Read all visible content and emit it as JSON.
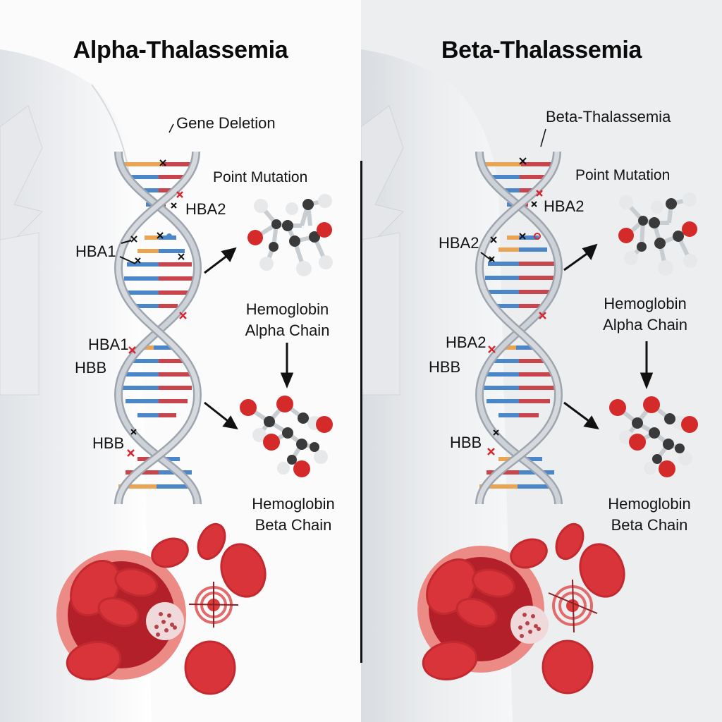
{
  "panels": [
    {
      "id": "alpha",
      "title": "Alpha-Thalassemia",
      "callout_top": "Gene Deletion",
      "point_mutation": "Point Mutation",
      "gene_labels": {
        "upper_right": "HBA2",
        "upper_left": "HBA1",
        "middle_1": "HBA1",
        "middle_2": "HBB",
        "lower": "HBB"
      },
      "chain_alpha": [
        "Hemoglobin",
        "Alpha Chain"
      ],
      "chain_beta": [
        "Hemoglobin",
        "Beta Chain"
      ]
    },
    {
      "id": "beta",
      "title": "Beta-Thalassemia",
      "callout_top": "Beta-Thalassemia",
      "point_mutation": "Point Mutation",
      "gene_labels": {
        "upper_right": "HBA2",
        "upper_left": "HBA2",
        "middle_1": "HBA2",
        "middle_2": "HBB",
        "lower": "HBB"
      },
      "chain_alpha": [
        "Hemoglobin",
        "Alpha Chain"
      ],
      "chain_beta": [
        "Hemoglobin",
        "Beta Chain"
      ]
    }
  ],
  "icons": [
    "dna-double-helix-icon",
    "molecule-icon",
    "red-blood-cell-icon",
    "target-icon",
    "arrow-icon",
    "mutation-x-icon"
  ],
  "colors": {
    "helix_backbone": "#b8bec6",
    "base_blue": "#4a86c8",
    "base_red": "#c9454c",
    "base_orange": "#e9a553",
    "mutation_red": "#d8262e",
    "atom_red": "#d42a2a",
    "atom_dark": "#3a3a3a",
    "atom_white": "#e6e8ea",
    "rbc_red": "#d8343a",
    "vessel_pink": "#ec8a86"
  }
}
